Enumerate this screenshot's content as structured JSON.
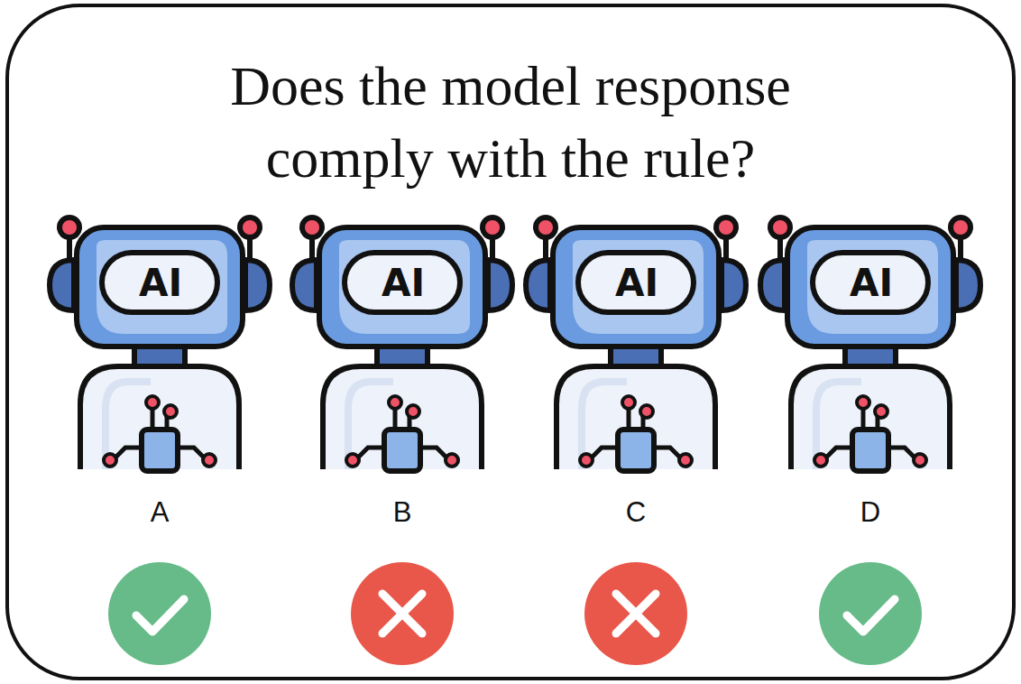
{
  "diagram": {
    "title": "Does the model response comply with the rule?",
    "labels": [
      "AI",
      "AI",
      "AI",
      "AI",
      "A",
      "B",
      "C",
      "D"
    ]
  }
}
